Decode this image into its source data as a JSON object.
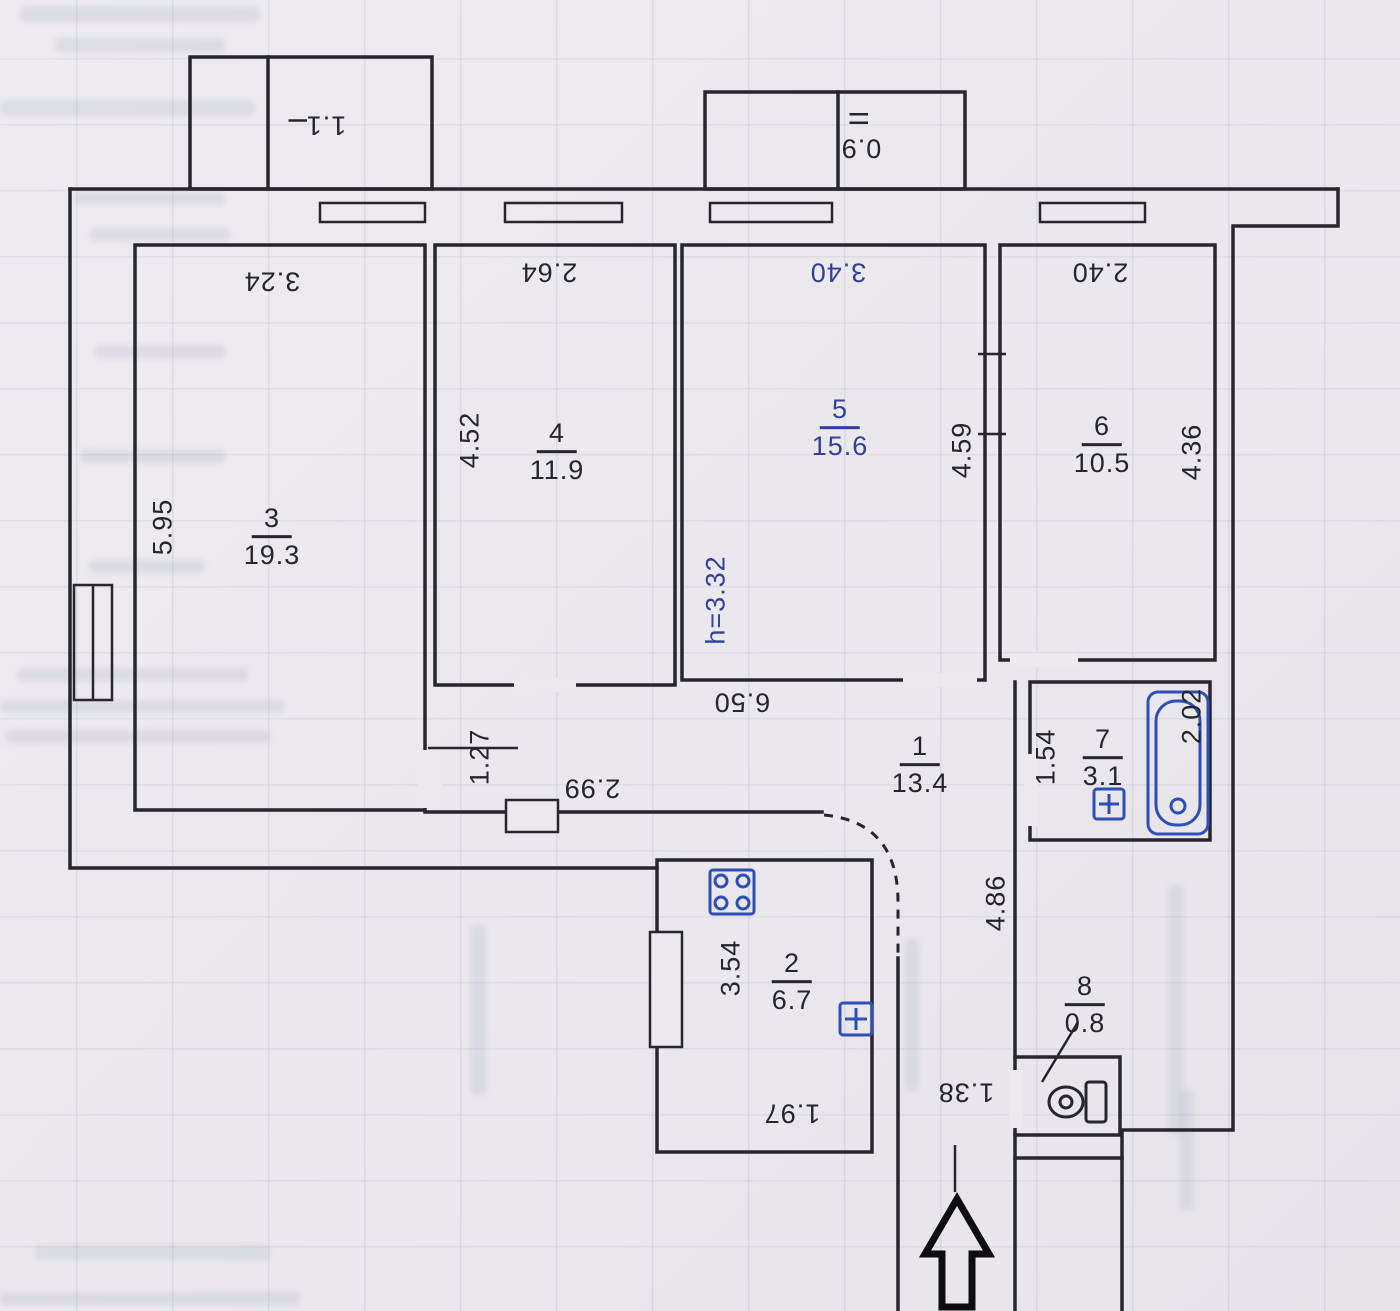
{
  "colors": {
    "ink": "#25252d",
    "fixture_blue": "#2e4fb8",
    "paper": "#ebe9ec"
  },
  "rooms": [
    {
      "number": "3",
      "area": "19.3"
    },
    {
      "number": "4",
      "area": "11.9"
    },
    {
      "number": "5",
      "area": "15.6"
    },
    {
      "number": "6",
      "area": "10.5"
    },
    {
      "number": "1",
      "area": "13.4"
    },
    {
      "number": "2",
      "area": "6.7"
    },
    {
      "number": "7",
      "area": "3.1"
    },
    {
      "number": "8",
      "area": "0.8"
    }
  ],
  "balconies": [
    {
      "mark": "I",
      "area": "1.1"
    },
    {
      "mark": "II",
      "area": "0.9"
    }
  ],
  "dimensions": {
    "d324": "3.24",
    "d595": "5.95",
    "d264": "2.64",
    "d452": "4.52",
    "d340": "3.40",
    "d459": "4.59",
    "d240": "2.40",
    "d436": "4.36",
    "d650": "6.50",
    "d127": "1.27",
    "d299": "2.99",
    "d154": "1.54",
    "d202": "2.02",
    "d354": "3.54",
    "d197": "1.97",
    "d486": "4.86",
    "d138": "1.38"
  },
  "notes": {
    "ceiling_height": "h=3.32"
  }
}
